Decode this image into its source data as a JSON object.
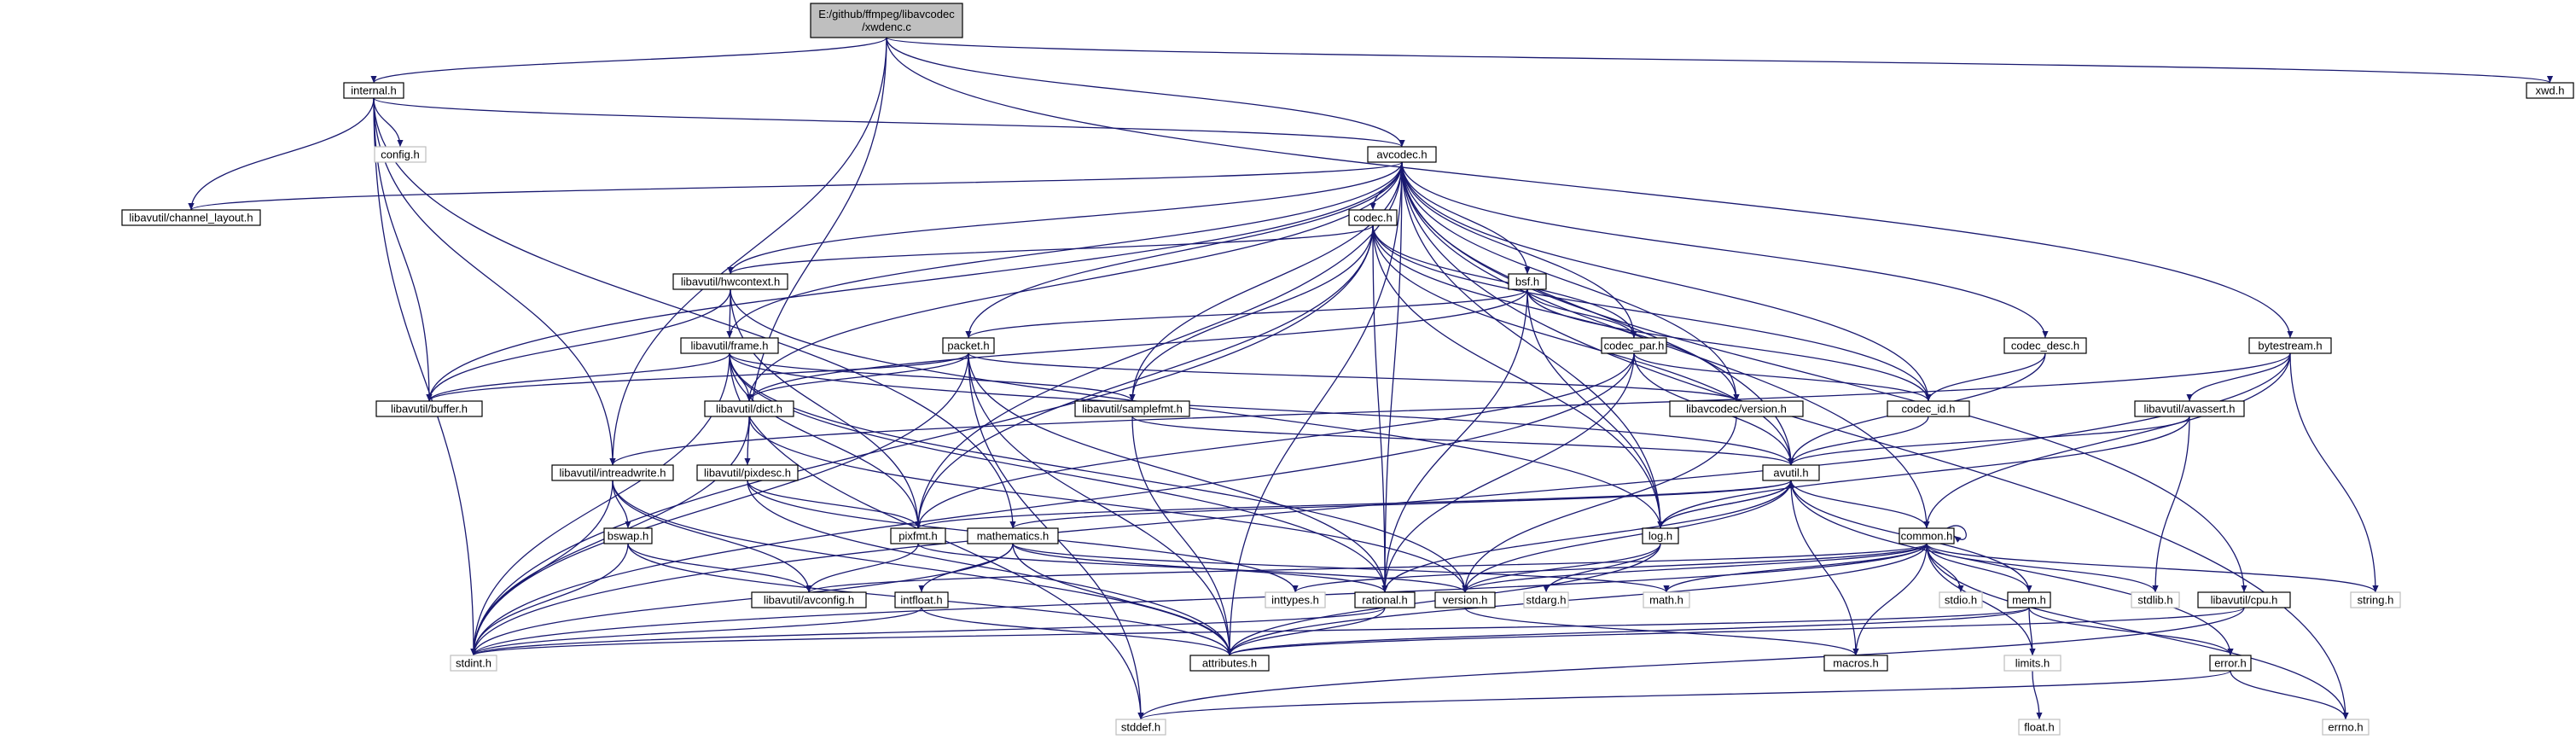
{
  "graph": {
    "colors": {
      "edge": "#191970",
      "node_border": "#000000",
      "root_fill": "#bfbfbf",
      "system_border": "#bfbfbf",
      "background": "#ffffff"
    },
    "nodes": [
      {
        "id": "root",
        "label": "E:/github/ffmpeg/libavcodec\n/xwdenc.c",
        "kind": "root"
      },
      {
        "id": "internal",
        "label": "internal.h",
        "kind": "local"
      },
      {
        "id": "xwd",
        "label": "xwd.h",
        "kind": "local"
      },
      {
        "id": "config",
        "label": "config.h",
        "kind": "system"
      },
      {
        "id": "avcodec",
        "label": "avcodec.h",
        "kind": "local"
      },
      {
        "id": "chlayout",
        "label": "libavutil/channel_layout.h",
        "kind": "local"
      },
      {
        "id": "codec",
        "label": "codec.h",
        "kind": "local"
      },
      {
        "id": "hwctx",
        "label": "libavutil/hwcontext.h",
        "kind": "local"
      },
      {
        "id": "bsf",
        "label": "bsf.h",
        "kind": "local"
      },
      {
        "id": "frame",
        "label": "libavutil/frame.h",
        "kind": "local"
      },
      {
        "id": "packet",
        "label": "packet.h",
        "kind": "local"
      },
      {
        "id": "codecpar",
        "label": "codec_par.h",
        "kind": "local"
      },
      {
        "id": "codecdesc",
        "label": "codec_desc.h",
        "kind": "local"
      },
      {
        "id": "bytestream",
        "label": "bytestream.h",
        "kind": "local"
      },
      {
        "id": "buffer",
        "label": "libavutil/buffer.h",
        "kind": "local"
      },
      {
        "id": "dict",
        "label": "libavutil/dict.h",
        "kind": "local"
      },
      {
        "id": "samplefmt",
        "label": "libavutil/samplefmt.h",
        "kind": "local"
      },
      {
        "id": "lavcversion",
        "label": "libavcodec/version.h",
        "kind": "local"
      },
      {
        "id": "codecid",
        "label": "codec_id.h",
        "kind": "local"
      },
      {
        "id": "avassert",
        "label": "libavutil/avassert.h",
        "kind": "local"
      },
      {
        "id": "intreadwrite",
        "label": "libavutil/intreadwrite.h",
        "kind": "local"
      },
      {
        "id": "pixdesc",
        "label": "libavutil/pixdesc.h",
        "kind": "local"
      },
      {
        "id": "avutil",
        "label": "avutil.h",
        "kind": "local"
      },
      {
        "id": "bswap",
        "label": "bswap.h",
        "kind": "local"
      },
      {
        "id": "pixfmt",
        "label": "pixfmt.h",
        "kind": "local"
      },
      {
        "id": "mathematics",
        "label": "mathematics.h",
        "kind": "local"
      },
      {
        "id": "log",
        "label": "log.h",
        "kind": "local"
      },
      {
        "id": "common",
        "label": "common.h",
        "kind": "local"
      },
      {
        "id": "avconfig",
        "label": "libavutil/avconfig.h",
        "kind": "local"
      },
      {
        "id": "intfloat",
        "label": "intfloat.h",
        "kind": "local"
      },
      {
        "id": "inttypes",
        "label": "inttypes.h",
        "kind": "system"
      },
      {
        "id": "rational",
        "label": "rational.h",
        "kind": "local"
      },
      {
        "id": "version",
        "label": "version.h",
        "kind": "local"
      },
      {
        "id": "stdarg",
        "label": "stdarg.h",
        "kind": "system"
      },
      {
        "id": "math",
        "label": "math.h",
        "kind": "system"
      },
      {
        "id": "stdio",
        "label": "stdio.h",
        "kind": "system"
      },
      {
        "id": "mem",
        "label": "mem.h",
        "kind": "local"
      },
      {
        "id": "stdlib",
        "label": "stdlib.h",
        "kind": "system"
      },
      {
        "id": "cpu",
        "label": "libavutil/cpu.h",
        "kind": "local"
      },
      {
        "id": "string",
        "label": "string.h",
        "kind": "system"
      },
      {
        "id": "stdint",
        "label": "stdint.h",
        "kind": "system"
      },
      {
        "id": "attributes",
        "label": "attributes.h",
        "kind": "local"
      },
      {
        "id": "macros",
        "label": "macros.h",
        "kind": "local"
      },
      {
        "id": "limits",
        "label": "limits.h",
        "kind": "system"
      },
      {
        "id": "error",
        "label": "error.h",
        "kind": "local"
      },
      {
        "id": "stddef",
        "label": "stddef.h",
        "kind": "system"
      },
      {
        "id": "errno",
        "label": "errno.h",
        "kind": "system"
      },
      {
        "id": "float",
        "label": "float.h",
        "kind": "system"
      }
    ],
    "edges": [
      [
        "root",
        "internal"
      ],
      [
        "root",
        "xwd"
      ],
      [
        "root",
        "avcodec"
      ],
      [
        "root",
        "bytestream"
      ],
      [
        "root",
        "intreadwrite"
      ],
      [
        "root",
        "pixdesc"
      ],
      [
        "internal",
        "config"
      ],
      [
        "internal",
        "avcodec"
      ],
      [
        "internal",
        "chlayout"
      ],
      [
        "internal",
        "buffer"
      ],
      [
        "internal",
        "stdint"
      ],
      [
        "internal",
        "intreadwrite"
      ],
      [
        "internal",
        "mathematics"
      ],
      [
        "avcodec",
        "codec"
      ],
      [
        "avcodec",
        "chlayout"
      ],
      [
        "avcodec",
        "hwctx"
      ],
      [
        "avcodec",
        "bsf"
      ],
      [
        "avcodec",
        "frame"
      ],
      [
        "avcodec",
        "packet"
      ],
      [
        "avcodec",
        "codecpar"
      ],
      [
        "avcodec",
        "codecdesc"
      ],
      [
        "avcodec",
        "buffer"
      ],
      [
        "avcodec",
        "dict"
      ],
      [
        "avcodec",
        "samplefmt"
      ],
      [
        "avcodec",
        "lavcversion"
      ],
      [
        "avcodec",
        "codecid"
      ],
      [
        "avcodec",
        "avutil"
      ],
      [
        "avcodec",
        "pixfmt"
      ],
      [
        "avcodec",
        "log"
      ],
      [
        "avcodec",
        "rational"
      ],
      [
        "avcodec",
        "attributes"
      ],
      [
        "avcodec",
        "errno"
      ],
      [
        "avcodec",
        "cpu"
      ],
      [
        "avcodec",
        "common"
      ],
      [
        "codec",
        "hwctx"
      ],
      [
        "codec",
        "samplefmt"
      ],
      [
        "codec",
        "codecid"
      ],
      [
        "codec",
        "avutil"
      ],
      [
        "codec",
        "log"
      ],
      [
        "codec",
        "pixfmt"
      ],
      [
        "codec",
        "rational"
      ],
      [
        "codec",
        "stdint"
      ],
      [
        "codec",
        "lavcversion"
      ],
      [
        "codec",
        "codecpar"
      ],
      [
        "hwctx",
        "buffer"
      ],
      [
        "hwctx",
        "frame"
      ],
      [
        "hwctx",
        "log"
      ],
      [
        "hwctx",
        "pixfmt"
      ],
      [
        "bsf",
        "packet"
      ],
      [
        "bsf",
        "codecpar"
      ],
      [
        "bsf",
        "codecid"
      ],
      [
        "bsf",
        "dict"
      ],
      [
        "bsf",
        "log"
      ],
      [
        "bsf",
        "rational"
      ],
      [
        "frame",
        "buffer"
      ],
      [
        "frame",
        "dict"
      ],
      [
        "frame",
        "samplefmt"
      ],
      [
        "frame",
        "avutil"
      ],
      [
        "frame",
        "pixfmt"
      ],
      [
        "frame",
        "rational"
      ],
      [
        "frame",
        "stdint"
      ],
      [
        "frame",
        "stddef"
      ],
      [
        "frame",
        "version"
      ],
      [
        "packet",
        "buffer"
      ],
      [
        "packet",
        "dict"
      ],
      [
        "packet",
        "lavcversion"
      ],
      [
        "packet",
        "attributes"
      ],
      [
        "packet",
        "rational"
      ],
      [
        "packet",
        "stdint"
      ],
      [
        "packet",
        "stddef"
      ],
      [
        "codecpar",
        "codecid"
      ],
      [
        "codecpar",
        "avutil"
      ],
      [
        "codecpar",
        "pixfmt"
      ],
      [
        "codecpar",
        "rational"
      ],
      [
        "codecpar",
        "stdint"
      ],
      [
        "codecdesc",
        "codecid"
      ],
      [
        "codecdesc",
        "avutil"
      ],
      [
        "bytestream",
        "avassert"
      ],
      [
        "bytestream",
        "common"
      ],
      [
        "bytestream",
        "string"
      ],
      [
        "bytestream",
        "stdint"
      ],
      [
        "bytestream",
        "intreadwrite"
      ],
      [
        "dict",
        "stdint"
      ],
      [
        "dict",
        "version"
      ],
      [
        "samplefmt",
        "attributes"
      ],
      [
        "samplefmt",
        "avutil"
      ],
      [
        "lavcversion",
        "version"
      ],
      [
        "codecid",
        "avutil"
      ],
      [
        "avassert",
        "avutil"
      ],
      [
        "avassert",
        "log"
      ],
      [
        "avassert",
        "stdlib"
      ],
      [
        "intreadwrite",
        "bswap"
      ],
      [
        "intreadwrite",
        "avconfig"
      ],
      [
        "intreadwrite",
        "stdint"
      ],
      [
        "intreadwrite",
        "attributes"
      ],
      [
        "pixdesc",
        "pixfmt"
      ],
      [
        "pixdesc",
        "attributes"
      ],
      [
        "pixdesc",
        "inttypes"
      ],
      [
        "avutil",
        "common"
      ],
      [
        "avutil",
        "rational"
      ],
      [
        "avutil",
        "version"
      ],
      [
        "avutil",
        "macros"
      ],
      [
        "avutil",
        "mathematics"
      ],
      [
        "avutil",
        "log"
      ],
      [
        "avutil",
        "pixfmt"
      ],
      [
        "avutil",
        "error"
      ],
      [
        "bswap",
        "avconfig"
      ],
      [
        "bswap",
        "attributes"
      ],
      [
        "bswap",
        "stdint"
      ],
      [
        "pixfmt",
        "avconfig"
      ],
      [
        "pixfmt",
        "version"
      ],
      [
        "mathematics",
        "intfloat"
      ],
      [
        "mathematics",
        "rational"
      ],
      [
        "mathematics",
        "attributes"
      ],
      [
        "mathematics",
        "stdint"
      ],
      [
        "mathematics",
        "math"
      ],
      [
        "log",
        "stdarg"
      ],
      [
        "log",
        "attributes"
      ],
      [
        "log",
        "version"
      ],
      [
        "log",
        "avutil"
      ],
      [
        "common",
        "errno"
      ],
      [
        "common",
        "inttypes"
      ],
      [
        "common",
        "limits"
      ],
      [
        "common",
        "math"
      ],
      [
        "common",
        "stdint"
      ],
      [
        "common",
        "stdio"
      ],
      [
        "common",
        "stdlib"
      ],
      [
        "common",
        "string"
      ],
      [
        "common",
        "attributes"
      ],
      [
        "common",
        "macros"
      ],
      [
        "common",
        "version"
      ],
      [
        "common",
        "mem"
      ],
      [
        "common",
        "avconfig"
      ],
      [
        "common",
        "common"
      ],
      [
        "intfloat",
        "stdint"
      ],
      [
        "intfloat",
        "attributes"
      ],
      [
        "rational",
        "stdint"
      ],
      [
        "rational",
        "attributes"
      ],
      [
        "version",
        "macros"
      ],
      [
        "mem",
        "error"
      ],
      [
        "mem",
        "limits"
      ],
      [
        "mem",
        "stdint"
      ],
      [
        "mem",
        "attributes"
      ],
      [
        "mem",
        "avutil"
      ],
      [
        "error",
        "errno"
      ],
      [
        "error",
        "stddef"
      ],
      [
        "cpu",
        "stddef"
      ],
      [
        "cpu",
        "attributes"
      ],
      [
        "limits",
        "float"
      ]
    ]
  }
}
